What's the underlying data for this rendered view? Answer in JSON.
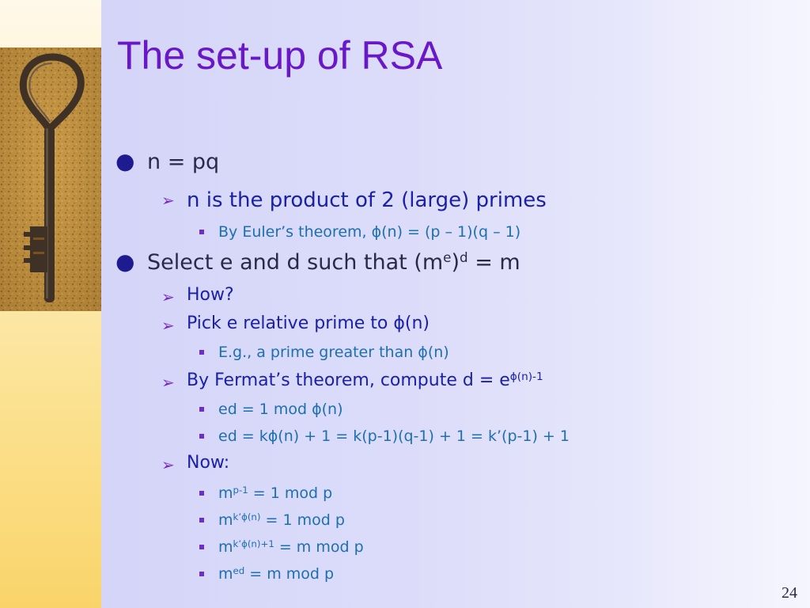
{
  "slide": {
    "title": "The set-up of RSA",
    "page_number": "24",
    "bullets": {
      "npq": "n = pq",
      "product": "n is the product of 2 (large) primes",
      "euler": "By Euler’s theorem, ϕ(n) = (p – 1)(q – 1)",
      "select": {
        "pre": "Select e and d such that (m",
        "sup1": "e",
        "mid": ")",
        "sup2": "d",
        "post": " = m"
      },
      "how": "How?",
      "pick": "Pick e relative prime to ϕ(n)",
      "eg": "E.g., a prime greater than ϕ(n)",
      "fermat": {
        "pre": "By Fermat’s theorem, compute d = e",
        "sup": "ϕ(n)-1"
      },
      "ed1": "ed = 1 mod ϕ(n)",
      "ed2": "ed = kϕ(n) + 1 = k(p-1)(q-1) + 1 = k’(p-1) + 1",
      "now": "Now:",
      "m1": {
        "base": "m",
        "sup": "p-1",
        "post": " = 1 mod p"
      },
      "m2": {
        "base": "m",
        "sup": "k’ϕ(n)",
        "post": " = 1 mod p"
      },
      "m3": {
        "base": "m",
        "sup": "k’ϕ(n)+1",
        "post": " = m mod p"
      },
      "m4": {
        "base": "m",
        "sup": "ed",
        "post": " = m mod p"
      }
    }
  },
  "colors": {
    "title": "#6a17c9",
    "level1_text": "#2a2a48",
    "level2_text": "#1a20a8",
    "level3_text": "#1d6fae",
    "bullet_accent": "#6f2fc4"
  },
  "icons": {
    "level1_bullet": "filled-circle",
    "level2_bullet": "arrowhead",
    "level3_bullet": "small-square",
    "decoration": "old-key-photo"
  }
}
